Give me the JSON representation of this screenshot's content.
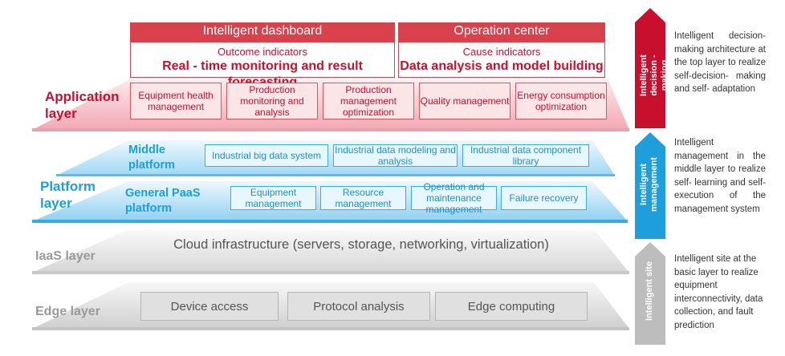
{
  "application": {
    "label": "Application layer",
    "dashboard_title": "Intelligent dashboard",
    "operation_title": "Operation center",
    "outcome_sub": "Outcome indicators",
    "outcome_main": "Real - time monitoring and result forecasting",
    "cause_sub": "Cause indicators",
    "cause_main": "Data analysis and model building",
    "boxes": [
      "Equipment health management",
      "Production monitoring and analysis",
      "Production management optimization",
      "Quality management",
      "Energy consumption optimization"
    ]
  },
  "platform": {
    "label": "Platform layer",
    "middle_label": "Middle platform",
    "general_label": "General PaaS platform",
    "middle_boxes": [
      "Industrial big data system",
      "Industrial data modeling and analysis",
      "Industrial data component library"
    ],
    "paas_boxes": [
      "Equipment management",
      "Resource management",
      "Operation and maintenance management",
      "Failure recovery"
    ]
  },
  "iaas": {
    "label": "IaaS layer",
    "text": "Cloud infrastructure (servers, storage, networking, virtualization)"
  },
  "edge": {
    "label": "Edge layer",
    "boxes": [
      "Device access",
      "Protocol analysis",
      "Edge computing"
    ]
  },
  "side": {
    "arrow_top": "Intelligent decision - making",
    "arrow_mid": "Intelligent management",
    "arrow_bottom": "Intelligent site",
    "desc_top": "Intelligent decision-making architecture at the top layer to realize self-decision- making and self- adaptation",
    "desc_mid": "Intelligent management in the middle layer to realize self- learning and self- execution of the management system",
    "desc_bottom": "Intelligent site at the basic layer to realize equipment interconnectivity, data collection, and fault prediction"
  },
  "colors": {
    "red": "#d9414c",
    "blue": "#1e9fdb",
    "gray": "#b9b9b9"
  }
}
